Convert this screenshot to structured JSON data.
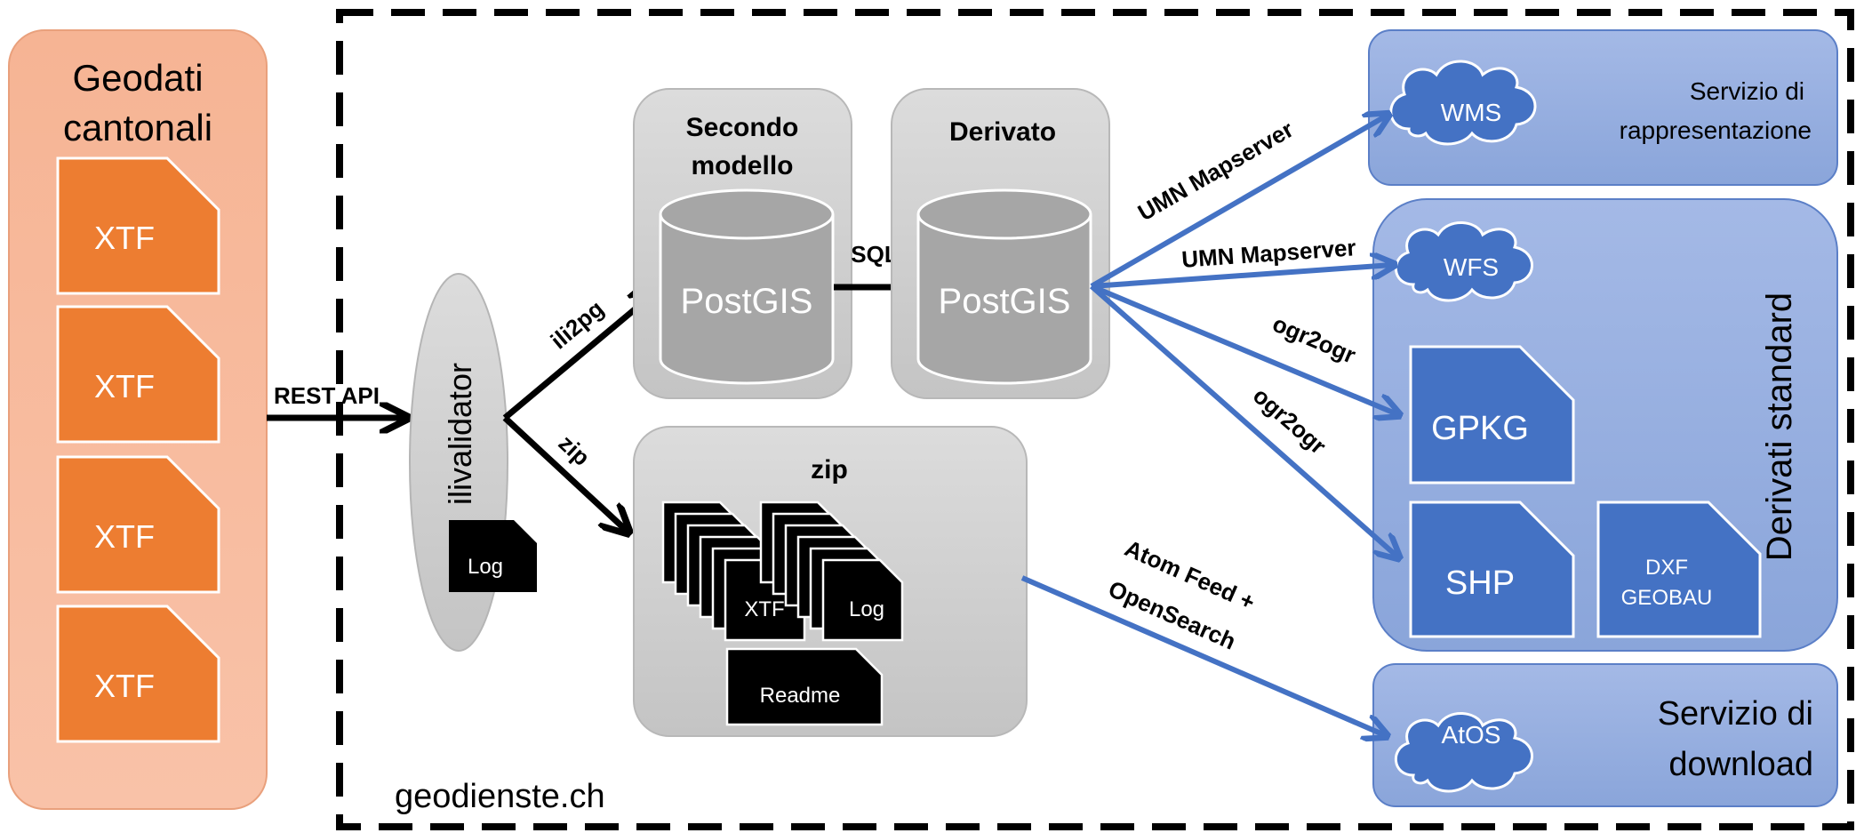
{
  "source": {
    "title_line1": "Geodati",
    "title_line2": "cantonali",
    "files": [
      "XTF",
      "XTF",
      "XTF",
      "XTF"
    ]
  },
  "platform": {
    "label": "geodienste.ch"
  },
  "validator": {
    "label": "ilivalidator",
    "log_label": "Log"
  },
  "databases": [
    {
      "title_line1": "Secondo",
      "title_line2": "modello",
      "db_label": "PostGIS"
    },
    {
      "title_line1": "Derivato",
      "title_line2": "",
      "db_label": "PostGIS"
    }
  ],
  "zip_box": {
    "title": "zip",
    "xtf_label": "XTF",
    "log_label": "Log",
    "readme_label": "Readme"
  },
  "arrows": {
    "rest_api": "REST API",
    "ili2pg": "ili2pg",
    "zip": "zip",
    "sql": "SQL",
    "umn1": "UMN Mapserver",
    "umn2": "UMN Mapserver",
    "ogr1": "ogr2ogr",
    "ogr2": "ogr2ogr",
    "atom_line1": "Atom Feed +",
    "atom_line2": "OpenSearch"
  },
  "services": {
    "representation": {
      "cloud_label": "WMS",
      "text_line1": "Servizio di",
      "text_line2": "rappresentazione"
    },
    "derivatives": {
      "title": "Derivati standard",
      "cloud_label": "WFS",
      "files": {
        "gpkg": "GPKG",
        "shp": "SHP",
        "dxf_line1": "DXF",
        "dxf_line2": "GEOBAU"
      }
    },
    "download": {
      "cloud_label": "AtOS",
      "text_line1": "Servizio di",
      "text_line2": "download"
    }
  },
  "colors": {
    "source_fill": "#f7b89b",
    "file_orange": "#ed7d31",
    "gray_box": "#cfcfcf",
    "cylinder": "#a6a6a6",
    "blue_box": "#8faadc",
    "blue_dark": "#4472c4",
    "arrow_blue": "#4472c4"
  }
}
